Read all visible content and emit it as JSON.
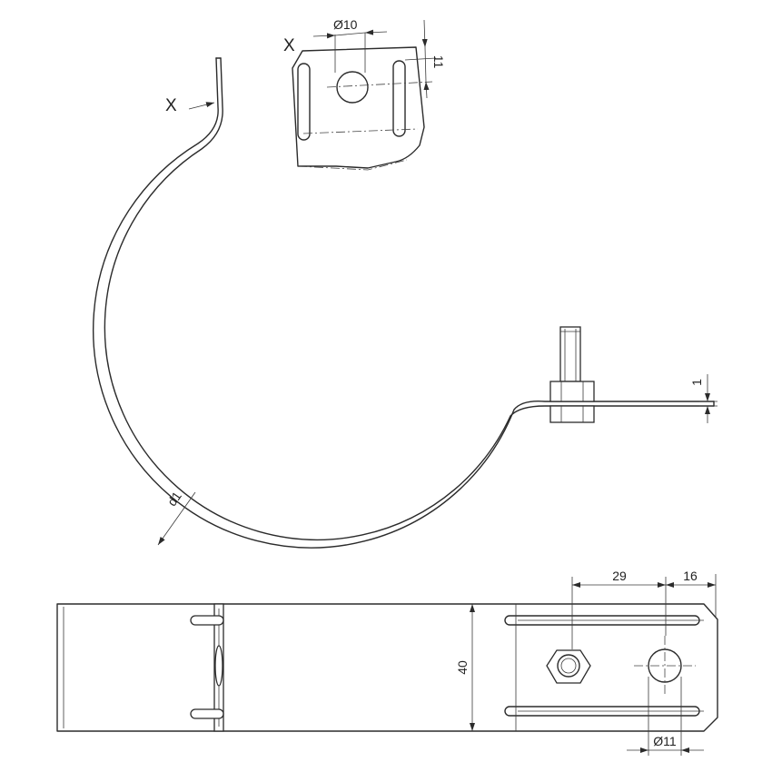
{
  "labels": {
    "detail_marker_x": "X",
    "detail_title_x": "X",
    "hole_diameter_detail": "Ø10",
    "slot_offset": "11",
    "thickness": "1",
    "diameter": "d1",
    "bolt_spacing": "29",
    "end_offset": "16",
    "width": "40",
    "hole_diameter": "Ø11"
  },
  "colors": {
    "line": "#2b2b2b",
    "background": "#ffffff"
  }
}
